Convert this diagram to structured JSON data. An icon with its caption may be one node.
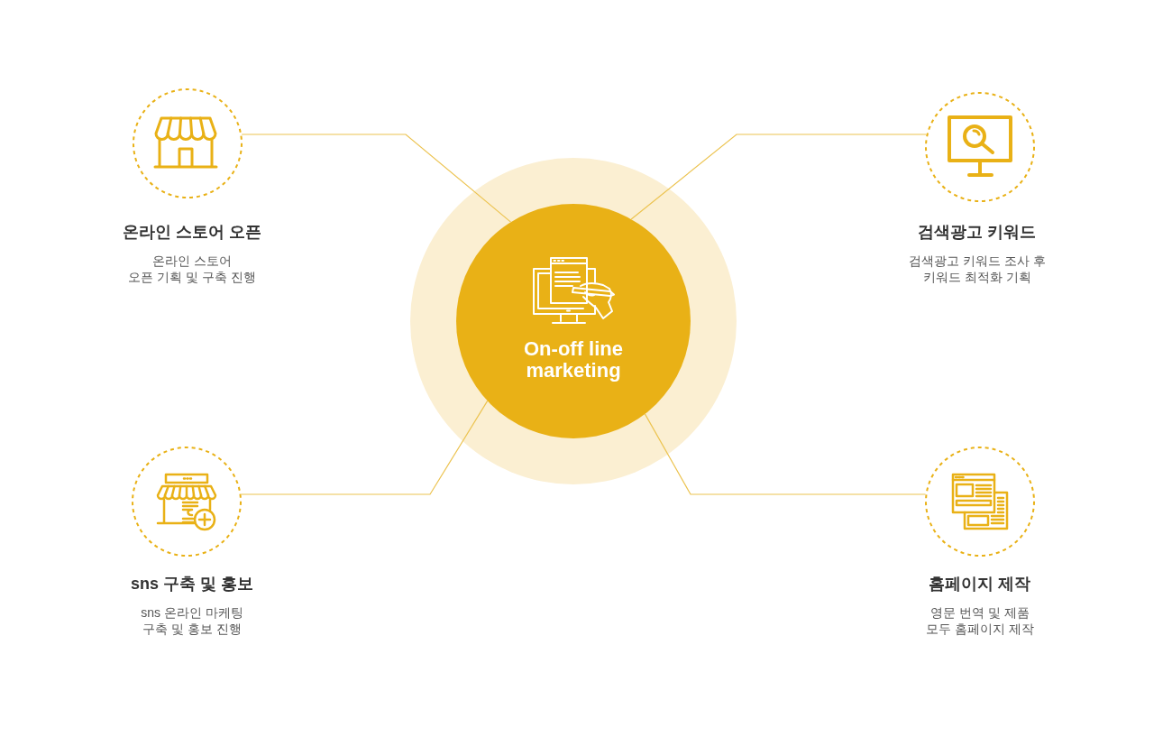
{
  "diagram": {
    "nodes": [
      {
        "text": [
          "온라인 스토어 오픈",
          "온라인 스토어 오픈 기획 및 구축 진행"
        ]
      },
      {
        "text": [
          "검색광고 키워드",
          "검색광고 키워드 조사 후 키워드 최적화 기획"
        ]
      },
      {
        "text": [
          "On-off line marketing"
        ]
      },
      {
        "text": [
          "sns 구축 및 홍보",
          "sns 온라인 마케팅 구축 및 홍보 진행"
        ]
      },
      {
        "text": [
          "홈페이지 제작",
          "영문 번역 및 제품 모두 홈페이지 제작"
        ]
      }
    ],
    "edges": [
      {
        "from": 2,
        "to": 0,
        "arrow": "none"
      },
      {
        "from": 2,
        "to": 1,
        "arrow": "none"
      },
      {
        "from": 2,
        "to": 3,
        "arrow": "none"
      },
      {
        "from": 2,
        "to": 4,
        "arrow": "none"
      }
    ]
  }
}
